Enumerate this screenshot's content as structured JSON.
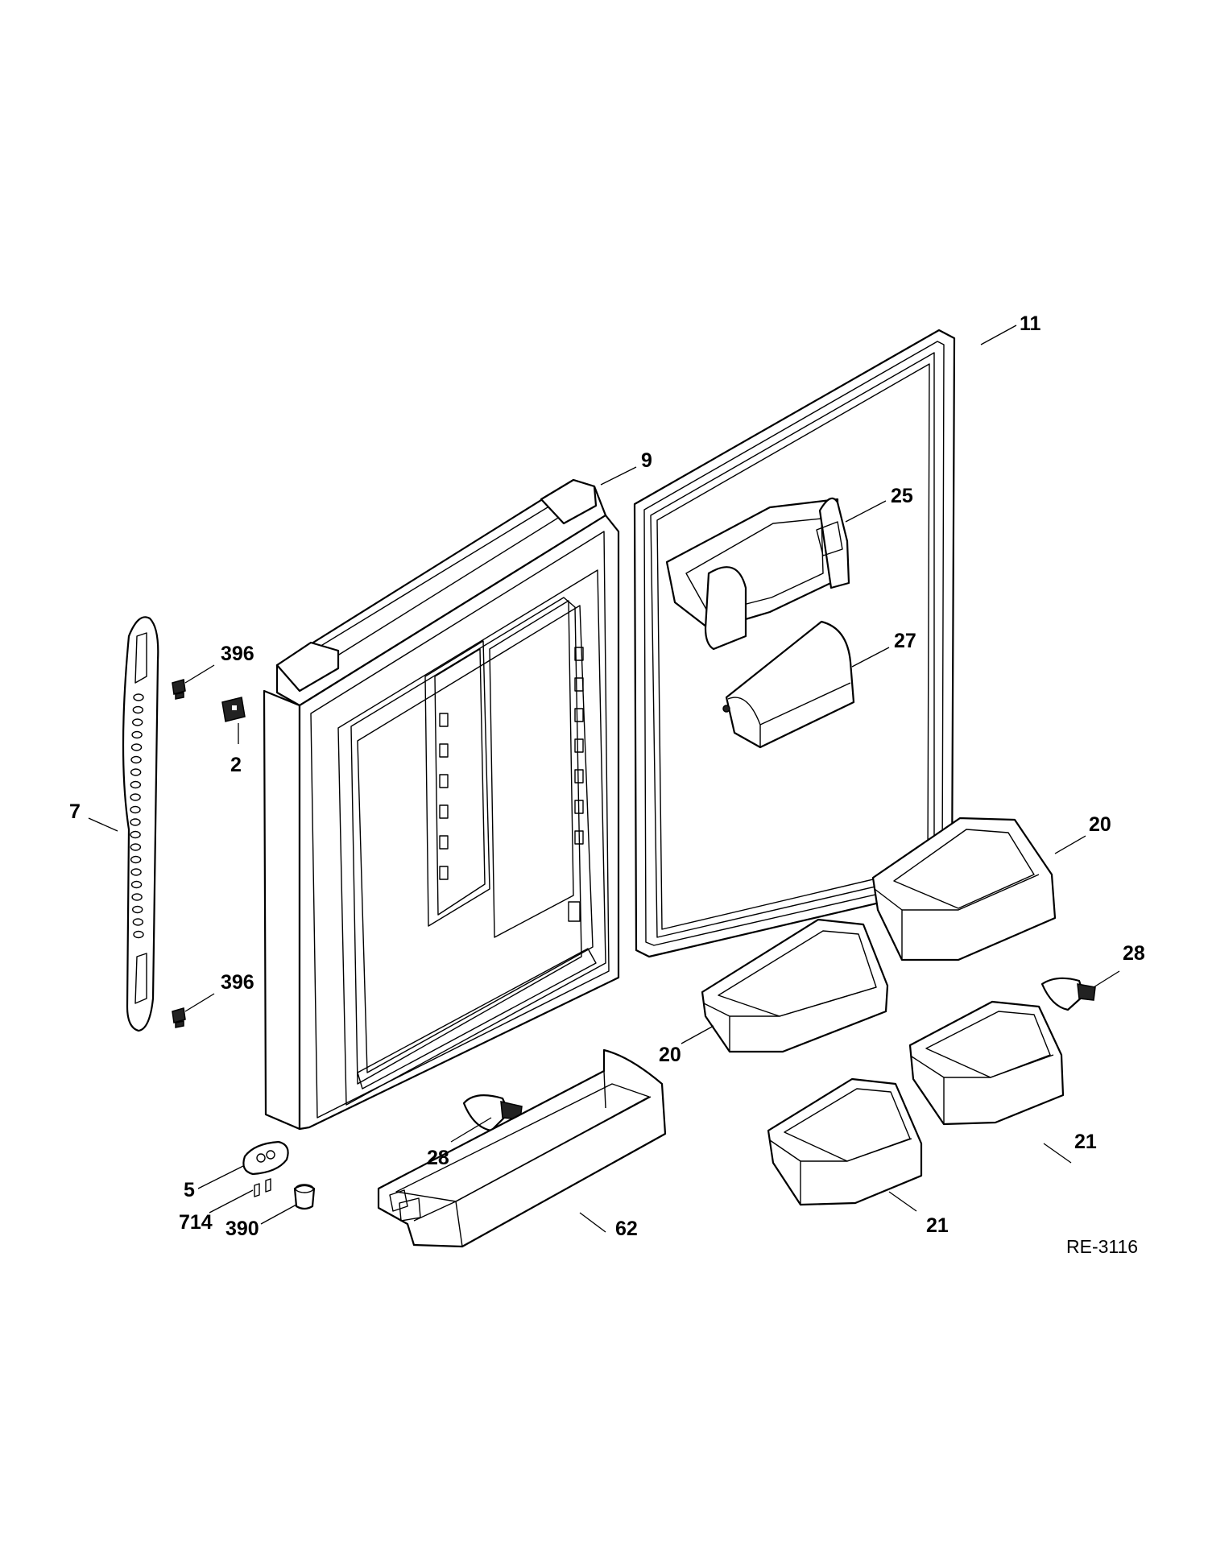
{
  "diagram": {
    "reference": "RE-3116",
    "callouts": [
      {
        "id": "c-11",
        "text": "11"
      },
      {
        "id": "c-9",
        "text": "9"
      },
      {
        "id": "c-25",
        "text": "25"
      },
      {
        "id": "c-27",
        "text": "27"
      },
      {
        "id": "c-396-top",
        "text": "396"
      },
      {
        "id": "c-2",
        "text": "2"
      },
      {
        "id": "c-7",
        "text": "7"
      },
      {
        "id": "c-20-right",
        "text": "20"
      },
      {
        "id": "c-28-right",
        "text": "28"
      },
      {
        "id": "c-396-bottom",
        "text": "396"
      },
      {
        "id": "c-20-left",
        "text": "20"
      },
      {
        "id": "c-28-left",
        "text": "28"
      },
      {
        "id": "c-21-right",
        "text": "21"
      },
      {
        "id": "c-5",
        "text": "5"
      },
      {
        "id": "c-714",
        "text": "714"
      },
      {
        "id": "c-390",
        "text": "390"
      },
      {
        "id": "c-62",
        "text": "62"
      },
      {
        "id": "c-21-bottom",
        "text": "21"
      }
    ]
  }
}
